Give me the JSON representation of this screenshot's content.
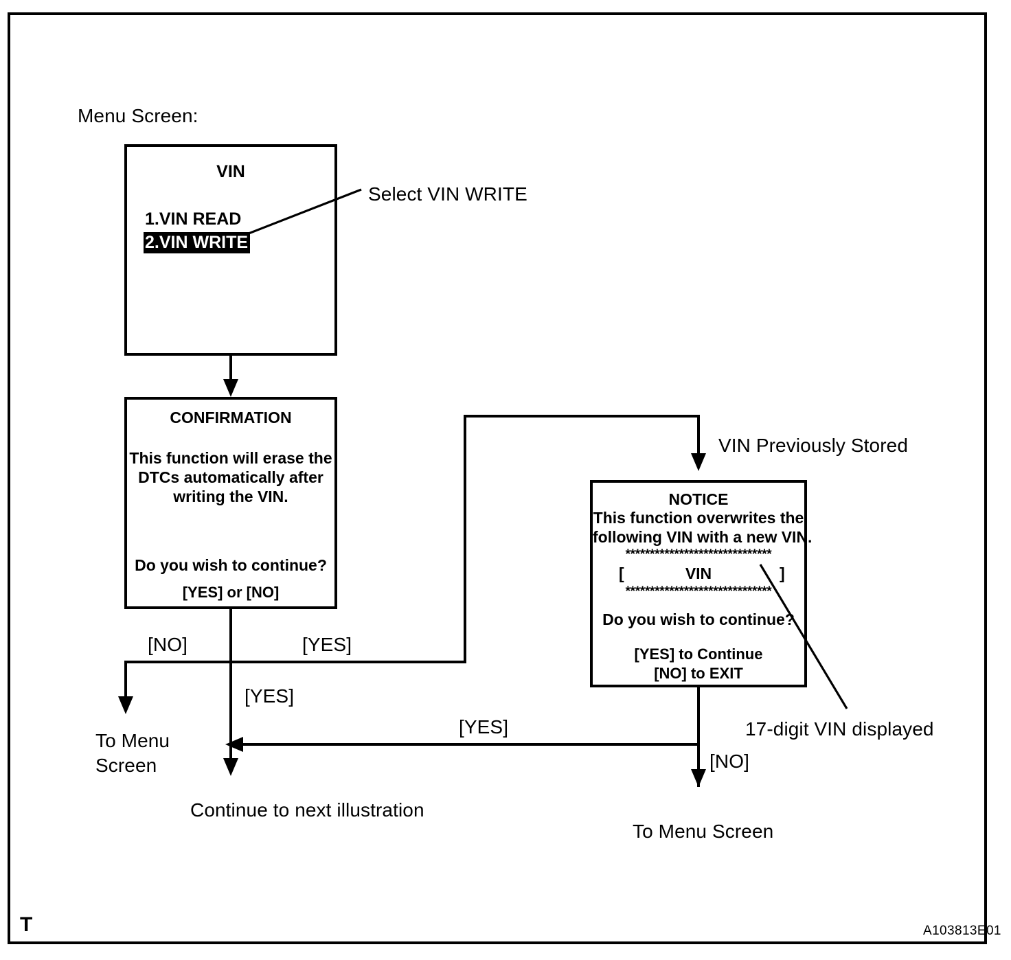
{
  "page": {
    "corner_marker": "T",
    "reference_code": "A103813E01"
  },
  "annotations": {
    "menu_screen_caption": "Menu Screen:",
    "select_vin_write": "Select VIN WRITE",
    "vin_previously_stored": "VIN Previously Stored",
    "seventeen_digit_vin": "17-digit VIN displayed"
  },
  "menu_box": {
    "title": "VIN",
    "items": [
      {
        "label": "1.VIN READ",
        "selected": false
      },
      {
        "label": "2.VIN WRITE",
        "selected": true
      }
    ]
  },
  "confirmation_box": {
    "title": "CONFIRMATION",
    "body_line1": "This function will erase the",
    "body_line2": "DTCs automatically after",
    "body_line3": "writing the VIN.",
    "question": "Do you wish to continue?",
    "choices": "[YES] or [NO]"
  },
  "notice_box": {
    "title": "NOTICE",
    "body_line1": "This function overwrites the",
    "body_line2": "following VIN with a new VIN.",
    "separator_top": "******************************",
    "vin_open_bracket": "[",
    "vin_placeholder": "VIN",
    "vin_close_bracket": "]",
    "separator_bottom": "******************************",
    "question": "Do you wish to continue?",
    "choice_yes": "[YES] to Continue",
    "choice_no": "[NO] to EXIT"
  },
  "flow_labels": {
    "confirm_no": "[NO]",
    "confirm_yes_right": "[YES]",
    "confirm_yes_down": "[YES]",
    "notice_yes": "[YES]",
    "notice_no": "[NO]"
  },
  "terminals": {
    "to_menu_screen_left_line1": "To Menu",
    "to_menu_screen_left_line2": "Screen",
    "continue_next": "Continue to next illustration",
    "to_menu_screen_right": "To Menu Screen"
  },
  "colors": {
    "ink": "#000000",
    "paper": "#ffffff"
  }
}
